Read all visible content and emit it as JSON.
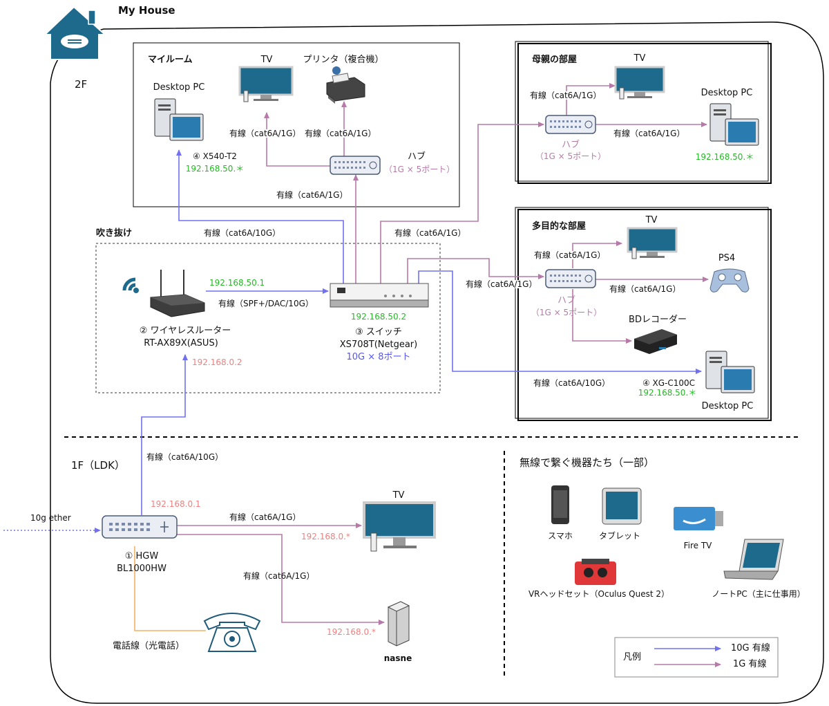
{
  "house": {
    "title": "My House"
  },
  "floors": {
    "second": "2F",
    "first": "1F（LDK）",
    "fukinuke": "吹き抜け"
  },
  "rooms": {
    "my_room": {
      "title": "マイルーム",
      "tv": "TV",
      "printer": "プリンタ（複合機）",
      "pc": "Desktop PC",
      "pc_nic": "④ X540-T2",
      "pc_ip": "192.168.50.＊",
      "hub": "ハブ",
      "hub_ports": "（1G × 5ポート）",
      "wire_tv": "有線（cat6A/1G）",
      "wire_printer": "有線（cat6A/1G）",
      "wire_hub_up": "有線（cat6A/1G）"
    },
    "mother_room": {
      "title": "母親の部屋",
      "tv": "TV",
      "pc": "Desktop PC",
      "pc_ip": "192.168.50.＊",
      "hub": "ハブ",
      "hub_ports": "（1G × 5ポート）",
      "wire_tv": "有線（cat6A/1G）",
      "wire_pc": "有線（cat6A/1G）"
    },
    "multi_room": {
      "title": "多目的な部屋",
      "tv": "TV",
      "ps4": "PS4",
      "bd": "BDレコーダー",
      "hub": "ハブ",
      "hub_ports": "（1G × 5ポート）",
      "pc": "Desktop PC",
      "pc_nic": "④ XG-C100C",
      "pc_ip": "192.168.50.＊",
      "wire_tv": "有線（cat6A/1G）",
      "wire_ps4": "有線（cat6A/1G）",
      "wire_pc": "有線（cat6A/10G）"
    }
  },
  "core": {
    "router_name": "② ワイヤレスルーター",
    "router_model": "RT-AX89X(ASUS)",
    "router_ip_lan": "192.168.50.1",
    "router_ip_wan": "192.168.0.2",
    "router_link": "有線（SPF+/DAC/10G）",
    "switch_ip": "192.168.50.2",
    "switch_name": "③ スイッチ",
    "switch_model": "XS708T(Netgear)",
    "switch_ports": "10G × 8ポート",
    "wire_my_pc": "有線（cat6A/10G）",
    "wire_mother": "有線（cat6A/1G）",
    "wire_multi": "有線（cat6A/1G）"
  },
  "first_floor": {
    "wire_hgw_router": "有線（cat6A/10G）",
    "hgw_ip": "192.168.0.1",
    "ether": "10g ether",
    "hgw_name": "① HGW",
    "hgw_model": "BL1000HW",
    "tv": "TV",
    "wire_tv": "有線（cat6A/1G）",
    "tv_ip": "192.168.0.*",
    "wire_nasne": "有線（cat6A/1G）",
    "nasne_ip": "192.168.0.*",
    "nasne": "nasne",
    "phone": "電話線（光電話）"
  },
  "wireless": {
    "title": "無線で繋ぐ機器たち（一部）",
    "smartphone": "スマホ",
    "tablet": "タブレット",
    "firetv": "Fire TV",
    "vr": "VRヘッドセット（Oculus Quest 2）",
    "laptop": "ノートPC（主に仕事用）"
  },
  "legend": {
    "title": "凡例",
    "ten_g": "10G 有線",
    "one_g": "1G 有線"
  },
  "colors": {
    "ten_g": "#7070f0",
    "one_g": "#b77aa8",
    "phone": "#f4b060",
    "ip_green": "#22bb22",
    "ip_red": "#f08080",
    "device_blue": "#1e6a8c"
  }
}
